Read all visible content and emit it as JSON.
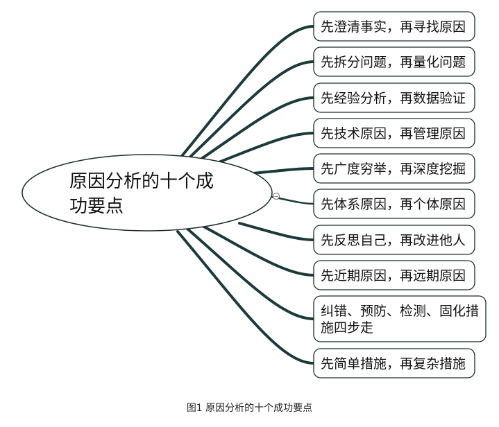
{
  "mindmap": {
    "root": {
      "line1": "原因分析的十个成",
      "line2": "功要点"
    },
    "branches": [
      {
        "lines": [
          "先澄清事实，再寻找原因"
        ]
      },
      {
        "lines": [
          "先拆分问题，再量化问题"
        ]
      },
      {
        "lines": [
          "先经验分析，再数据验证"
        ]
      },
      {
        "lines": [
          "先技术原因，再管理原因"
        ]
      },
      {
        "lines": [
          "先广度穷举，再深度挖掘"
        ]
      },
      {
        "lines": [
          "先体系原因，再个体原因"
        ]
      },
      {
        "lines": [
          "先反思自己，再改进他人"
        ]
      },
      {
        "lines": [
          "先近期原因，再远期原因"
        ]
      },
      {
        "lines": [
          "纠错、预防、检测、固化措",
          "施四步走"
        ]
      },
      {
        "lines": [
          "先简单措施，再复杂措施"
        ]
      }
    ],
    "collapse_symbol": "−"
  },
  "caption": "图1 原因分析的十个成功要点",
  "colors": {
    "line": "#1c3a38",
    "border": "#1f2a2a",
    "text": "#111111",
    "background": "#ffffff"
  }
}
